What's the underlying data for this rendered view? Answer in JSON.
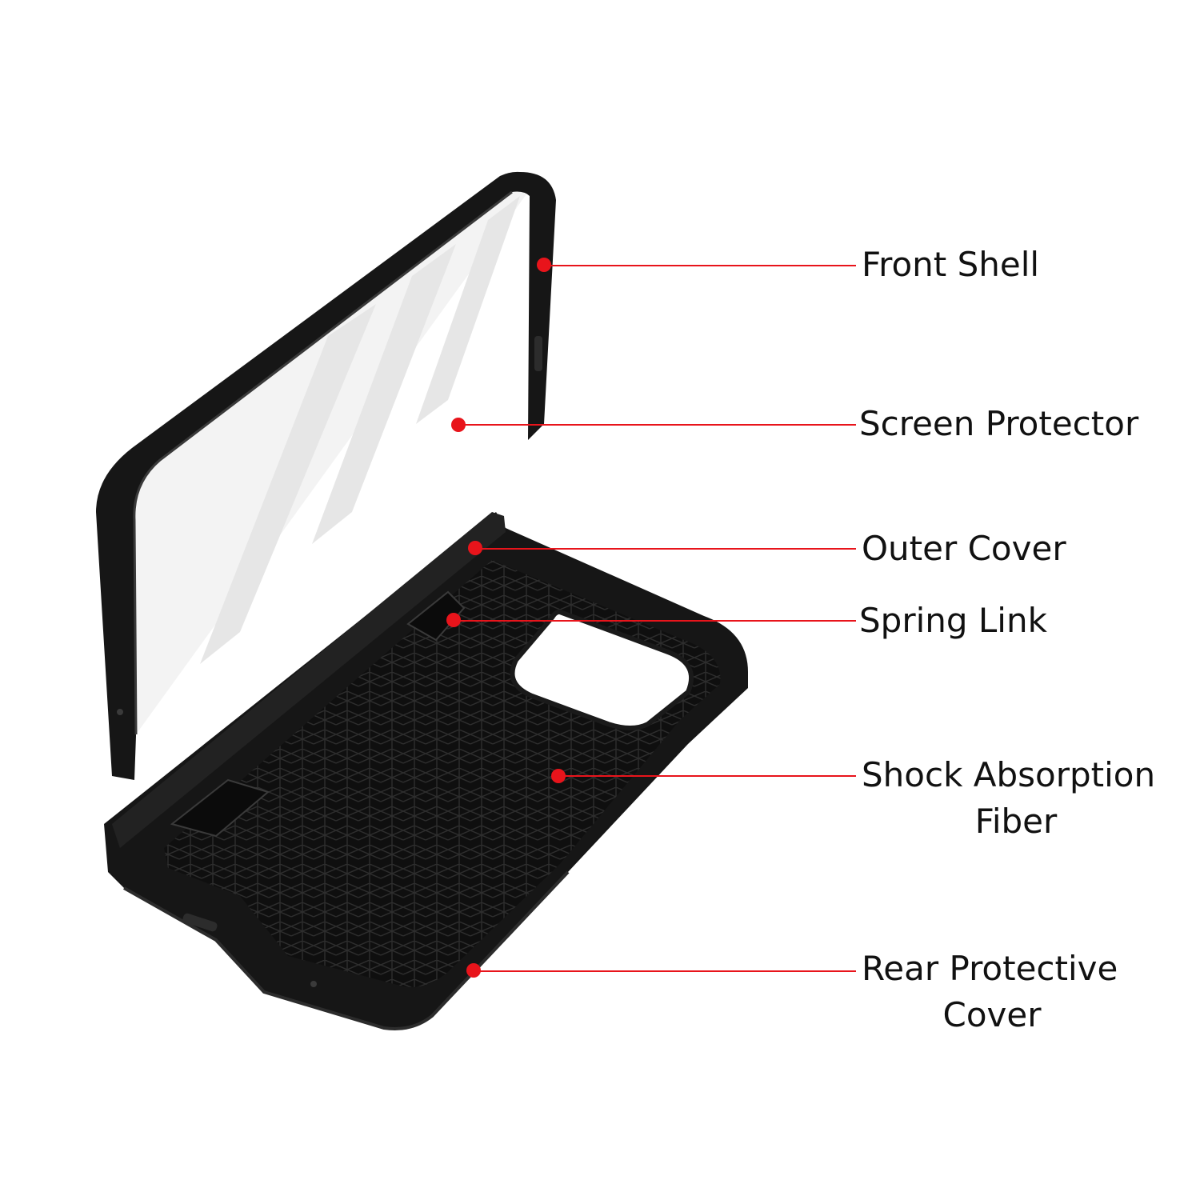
{
  "colors": {
    "leader": "#e8141b",
    "case_black": "#161616",
    "case_edge": "#2c2c2c",
    "glass": "#f3f3f3",
    "glass_streak": "#e6e6e6",
    "background": "#ffffff"
  },
  "labels": {
    "front_shell": "Front Shell",
    "screen_protector": "Screen Protector",
    "outer_cover": "Outer Cover",
    "spring_link": "Spring Link",
    "shock_absorption_line1": "Shock Absorption",
    "shock_absorption_line2": "Fiber",
    "rear_protective_line1": "Rear Protective",
    "rear_protective_line2": "Cover"
  }
}
